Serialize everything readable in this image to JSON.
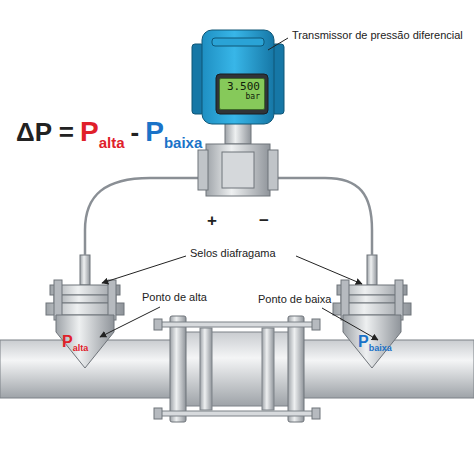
{
  "diagram": {
    "nodes": [
      {
        "text": [
          "3.500",
          "bar"
        ]
      }
    ],
    "labels": [
      "Transmissor de pressão diferencial",
      "ΔP =",
      "P",
      "alta",
      "-",
      "P",
      "baixa",
      "+",
      "−",
      "Selos diafragama",
      "Ponto de alta",
      "Ponto de baixa",
      "P",
      "alta",
      "P",
      "baixa"
    ]
  }
}
